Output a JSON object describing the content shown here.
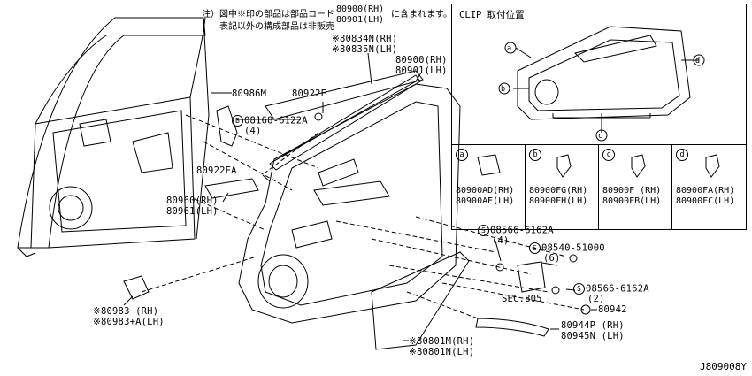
{
  "note": {
    "line1_prefix": "注）図中※印の部品は部品コード",
    "line1_code1": "80900(RH)",
    "line1_suffix": "に含まれます。",
    "line2_code2": "80901(LH)",
    "line2": "表記以外の構成部品は非販売"
  },
  "inset": {
    "title": "CLIP 取付位置",
    "callouts": [
      "a",
      "b",
      "c",
      "d"
    ],
    "clips": [
      {
        "mark": "a",
        "rh": "80900AD(RH)",
        "lh": "80900AE(LH)"
      },
      {
        "mark": "b",
        "rh": "80900FG(RH)",
        "lh": "80900FH(LH)"
      },
      {
        "mark": "c",
        "rh": "80900F (RH)",
        "lh": "80900FB(LH)"
      },
      {
        "mark": "d",
        "rh": "80900FA(RH)",
        "lh": "80900FC(LH)"
      }
    ]
  },
  "labels": {
    "p80834": "※80834N(RH)",
    "p80835": "※80835N(LH)",
    "p80900": "80900(RH)",
    "p80901": "80901(LH)",
    "p80986": "80986M",
    "p80922e": "80922E",
    "p08168_mark": "B",
    "p08168": "08168-6122A",
    "p08168_qty": "(4)",
    "p80922ea": "80922EA",
    "p80960": "80960(RH)",
    "p80961": "80961(LH)",
    "p08566a_mark": "S",
    "p08566a": "08566-6162A",
    "p08566a_qty": "(4)",
    "p08540_mark": "S",
    "p08540": "08540-51000",
    "p08540_qty": "(6)",
    "sec805": "SEC.805",
    "p08566b_mark": "S",
    "p08566b": "08566-6162A",
    "p08566b_qty": "(2)",
    "p80942": "80942",
    "p80944": "80944P (RH)",
    "p80945": "80945N (LH)",
    "p80801m": "※80801M(RH)",
    "p80801n": "※80801N(LH)",
    "p80983": "※80983  (RH)",
    "p80983a": "※80983+A(LH)"
  },
  "reference": "J809008Y"
}
